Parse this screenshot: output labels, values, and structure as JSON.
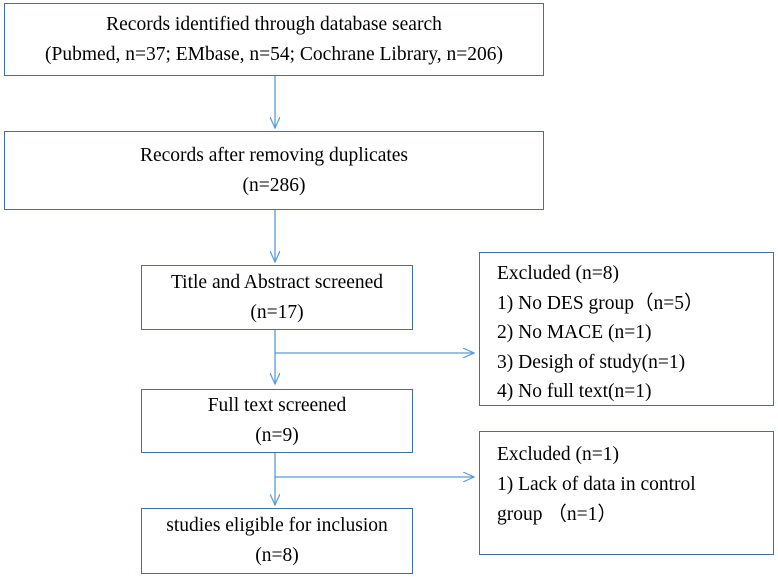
{
  "diagram": {
    "type": "flowchart",
    "boxes": {
      "identified": {
        "line1": "Records identified through database search",
        "line2": "(Pubmed, n=37; EMbase, n=54; Cochrane Library, n=206)"
      },
      "duplicates": {
        "line1": "Records after removing duplicates",
        "line2": "(n=286)"
      },
      "title_abstract": {
        "line1": "Title and Abstract screened",
        "line2": "(n=17)"
      },
      "excluded_1": {
        "title": "Excluded (n=8)",
        "items": [
          "1) No DES group（n=5）",
          "2) No MACE (n=1)",
          "3) Desigh of study(n=1)",
          "4) No full text(n=1)"
        ]
      },
      "full_text": {
        "line1": "Full text screened",
        "line2": "(n=9)"
      },
      "excluded_2": {
        "title": "Excluded (n=1)",
        "items": [
          "1) Lack of  data  in control",
          "group （n=1）"
        ]
      },
      "eligible": {
        "line1": "studies eligible for inclusion",
        "line2": "(n=8)"
      }
    },
    "colors": {
      "box_border": "#41719c",
      "arrow": "#5b9bd5"
    }
  }
}
